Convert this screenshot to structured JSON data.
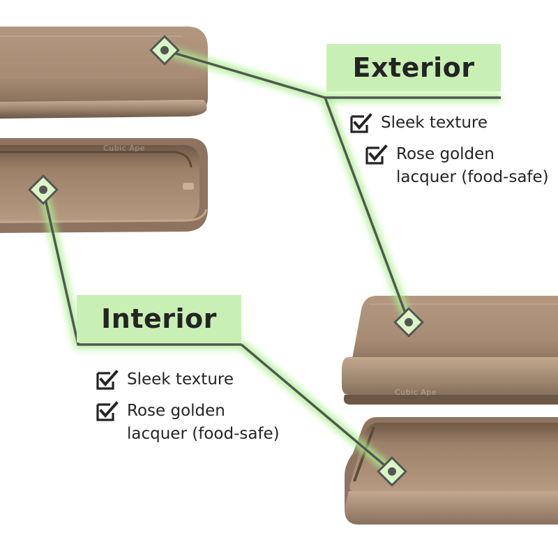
{
  "callouts": {
    "exterior": {
      "title": "Exterior",
      "features": [
        "Sleek texture",
        "Rose golden lacquer (food-safe)"
      ]
    },
    "interior": {
      "title": "Interior",
      "features": [
        "Sleek texture",
        "Rose golden lacquer (food-safe)"
      ]
    }
  },
  "watermark": "Cubic Ape",
  "icons": {
    "feature_check": "checkbox-check-icon",
    "callout_marker": "diamond-marker-icon"
  },
  "colors": {
    "tin_light": "#b59a82",
    "tin_mid": "#9c8068",
    "tin_dark": "#6f5a48",
    "callout_fill": "#c9f0b4",
    "callout_glow": "#a9ef8c",
    "line": "#555555",
    "text": "#242424"
  }
}
